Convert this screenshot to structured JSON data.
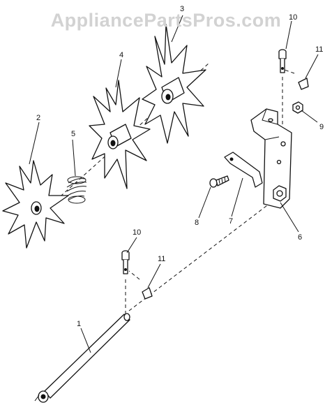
{
  "watermark": "AppliancePartsPros.com",
  "callouts": {
    "c1": "1",
    "c2": "2",
    "c3": "3",
    "c4": "4",
    "c5": "5",
    "c6": "6",
    "c7": "7",
    "c8": "8",
    "c9": "9",
    "c10a": "10",
    "c10b": "10",
    "c11a": "11",
    "c11b": "11"
  }
}
